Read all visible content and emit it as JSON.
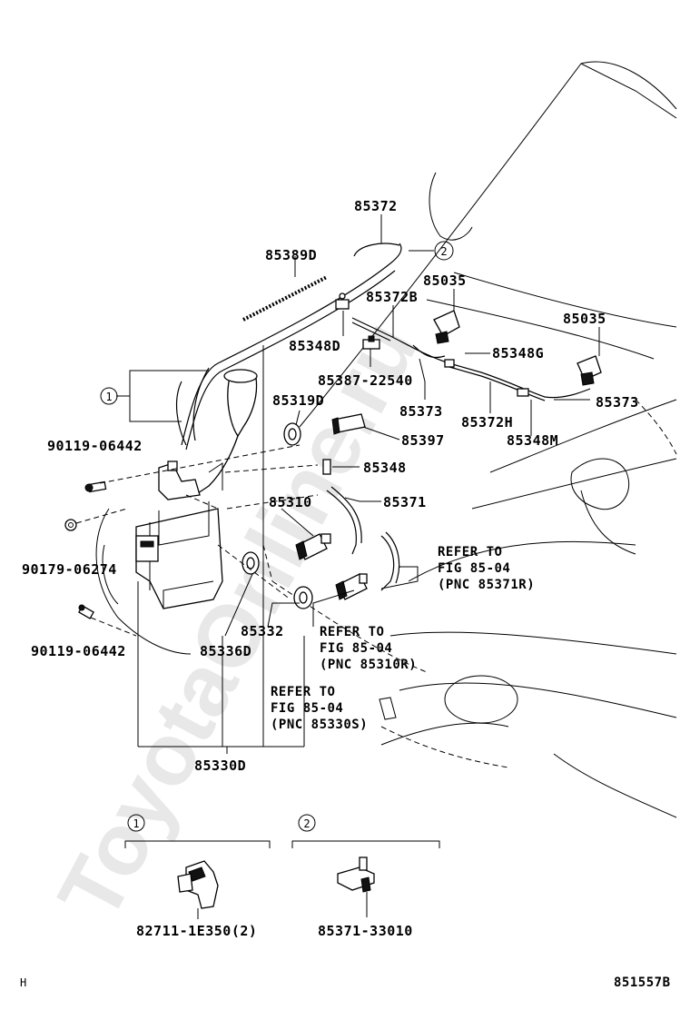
{
  "watermark": "ToyotaOnline.ru",
  "labels": {
    "p85372": "85372",
    "p85389D": "85389D",
    "p85035_a": "85035",
    "p85372B": "85372B",
    "p85035_b": "85035",
    "p85348D": "85348D",
    "p85348G": "85348G",
    "p85387": "85387-22540",
    "p85319D": "85319D",
    "p85373_a": "85373",
    "p85372H": "85372H",
    "p85373_b": "85373",
    "p85397": "85397",
    "p85348M": "85348M",
    "p90119_a": "90119-06442",
    "p85348": "85348",
    "p85310": "85310",
    "p85371": "85371",
    "p90179": "90179-06274",
    "p85332": "85332",
    "p85336D": "85336D",
    "p90119_b": "90119-06442",
    "p85330D": "85330D",
    "p82711": "82711-1E350(2)",
    "p85371_33010": "85371-33010"
  },
  "callouts": {
    "c1": "1",
    "c2": "2",
    "legend1": "1",
    "legend2": "2"
  },
  "refers": {
    "r1": [
      "REFER TO",
      "FIG 85-04",
      "(PNC 85371R)"
    ],
    "r2": [
      "REFER TO",
      "FIG 85-04",
      "(PNC 85310R)"
    ],
    "r3": [
      "REFER TO",
      "FIG 85-04",
      "(PNC 85330S)"
    ]
  },
  "footer": {
    "left": "H",
    "right": "851557B"
  }
}
